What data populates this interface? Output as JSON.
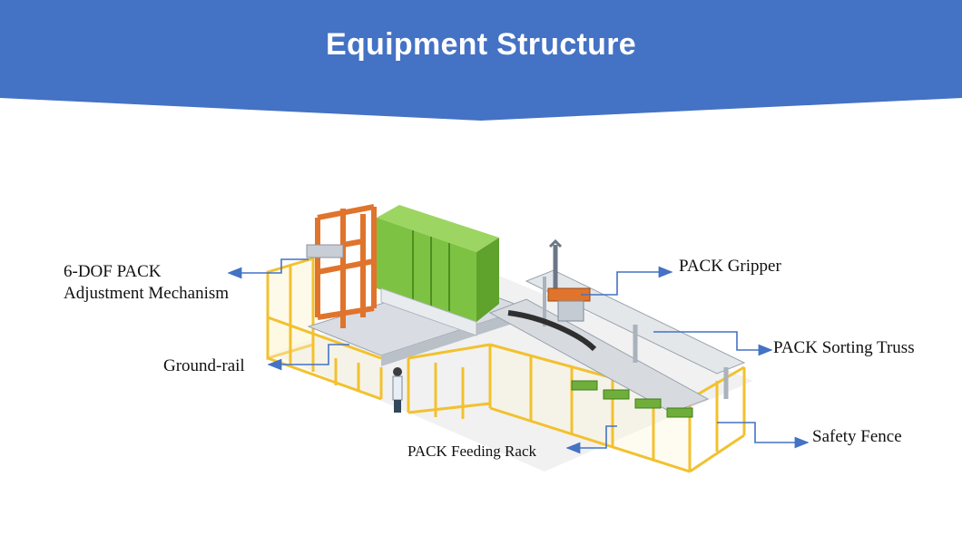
{
  "header": {
    "title": "Equipment Structure",
    "background_color": "#4472C4",
    "text_color": "#FFFFFF"
  },
  "callouts": {
    "adjustment_mechanism": {
      "line1": "6-DOF PACK",
      "line2": "Adjustment Mechanism"
    },
    "ground_rail": "Ground-rail",
    "feeding_rack": "PACK Feeding Rack",
    "gripper": "PACK Gripper",
    "sorting_truss": "PACK Sorting Truss",
    "safety_fence": "Safety Fence"
  },
  "colors": {
    "arrow": "#4472C4",
    "container": "#7DC242",
    "frame": "#E0742C",
    "fence": "#F2C12E"
  }
}
